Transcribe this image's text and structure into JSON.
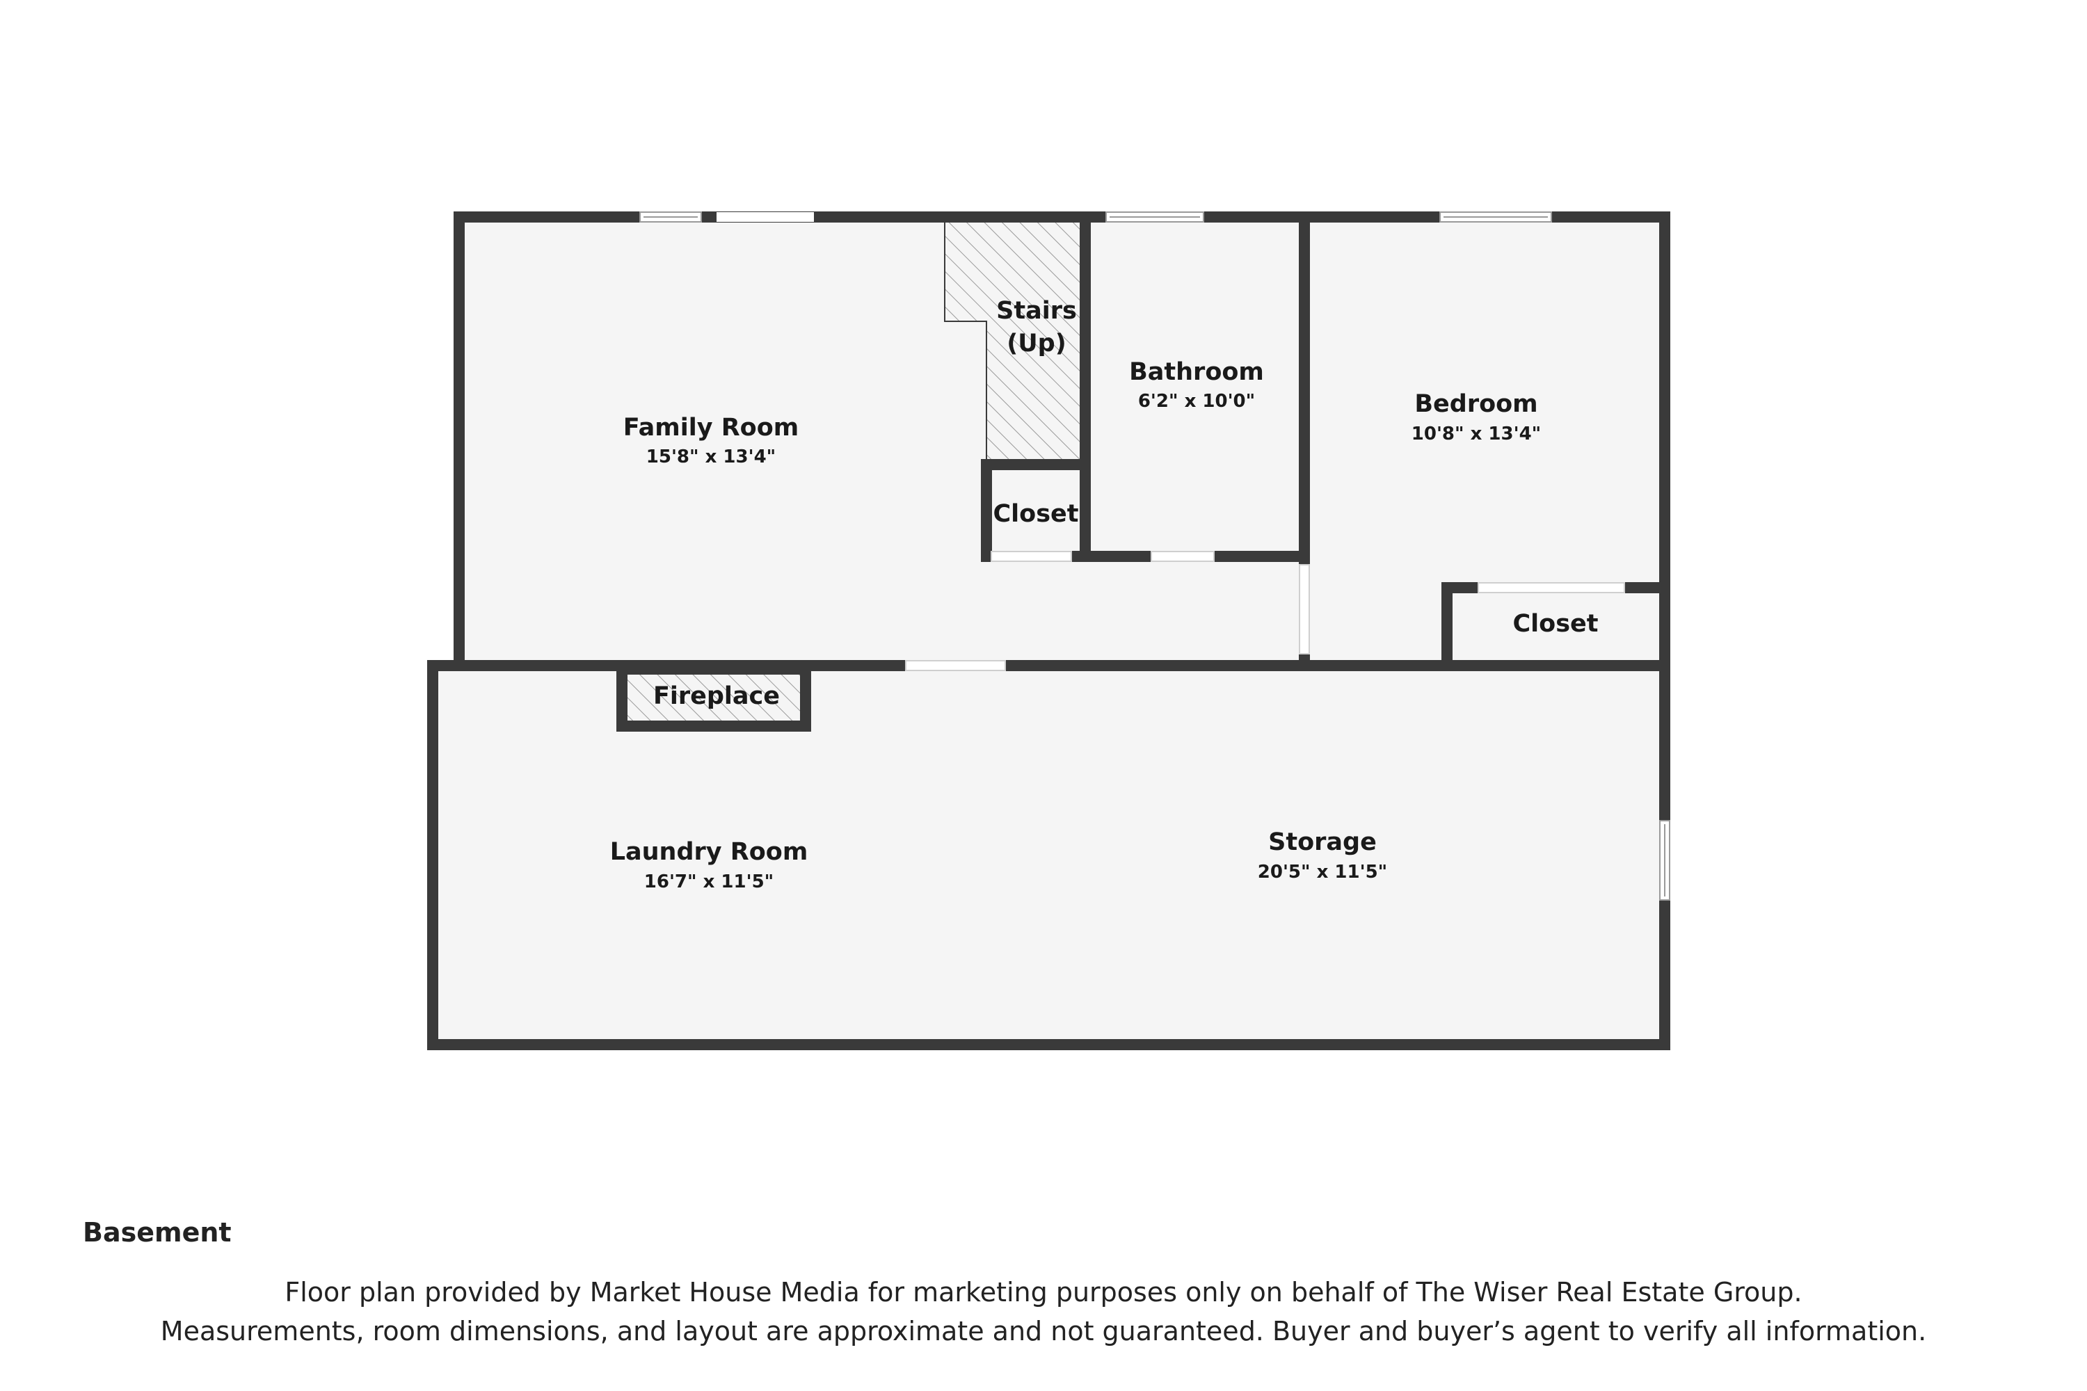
{
  "rooms": {
    "family_room": {
      "name": "Family Room",
      "dims": "15'8\" x 13'4\""
    },
    "stairs": {
      "line1": "Stairs",
      "line2": "(Up)"
    },
    "closet_hall": {
      "name": "Closet"
    },
    "bathroom": {
      "name": "Bathroom",
      "dims": "6'2\" x 10'0\""
    },
    "bedroom": {
      "name": "Bedroom",
      "dims": "10'8\" x 13'4\""
    },
    "closet_bedroom": {
      "name": "Closet"
    },
    "fireplace": {
      "name": "Fireplace"
    },
    "laundry_room": {
      "name": "Laundry Room",
      "dims": "16'7\" x 11'5\""
    },
    "storage": {
      "name": "Storage",
      "dims": "20'5\" x 11'5\""
    }
  },
  "floor_label": "Basement",
  "disclaimer": {
    "line1": "Floor plan provided by Market House Media for marketing purposes only on behalf of The Wiser Real Estate Group.",
    "line2": "Measurements, room dimensions, and layout are approximate and not guaranteed. Buyer and buyer’s agent to verify all information."
  },
  "colors": {
    "wall": "#3a3a3a",
    "floor": "#f5f5f5",
    "background": "#ffffff"
  }
}
